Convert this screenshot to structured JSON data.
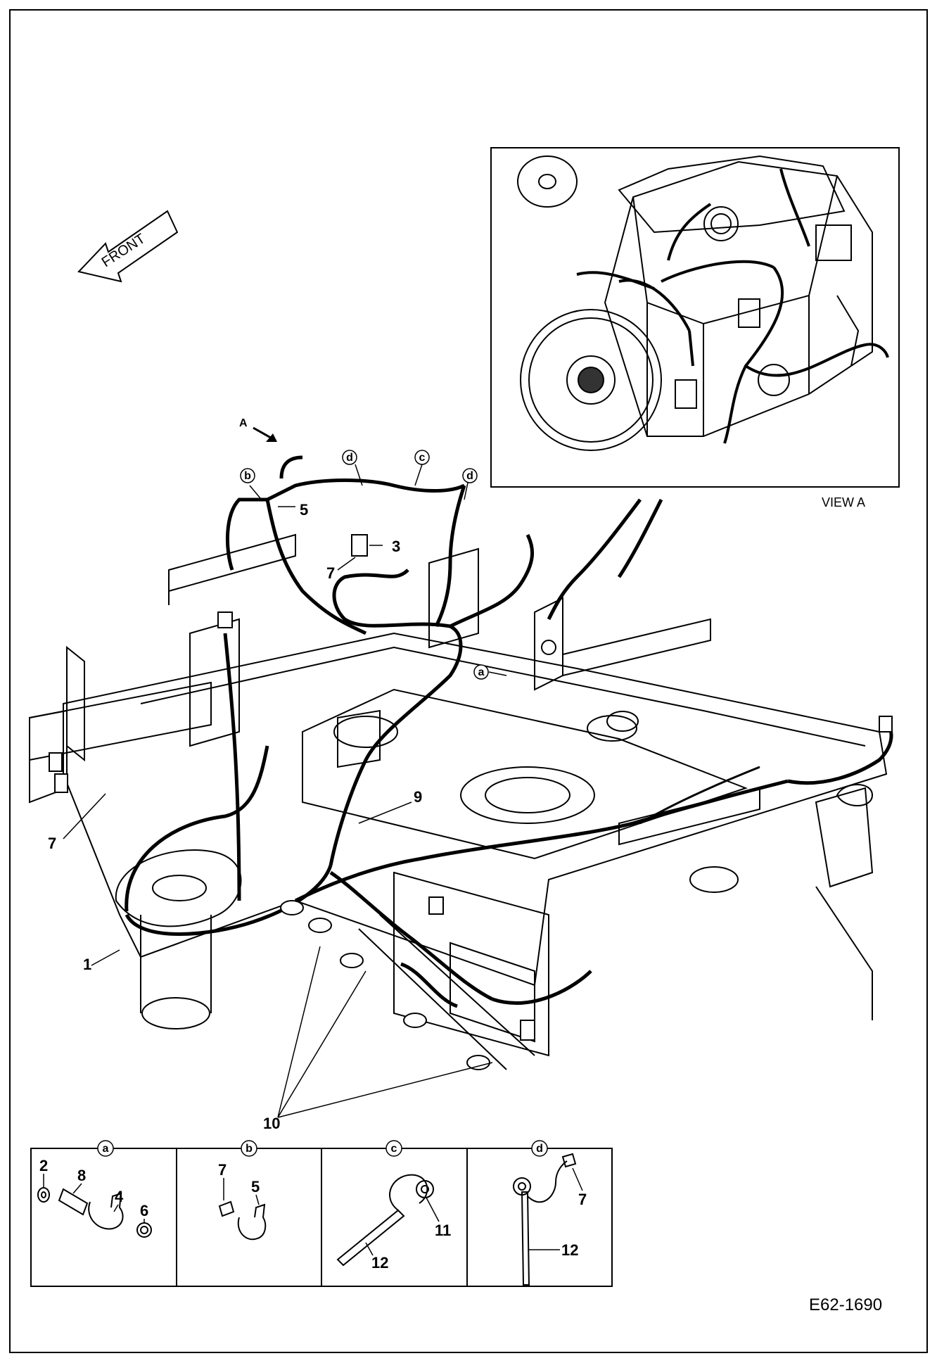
{
  "drawing": {
    "code": "E62-1690",
    "front_label": "FRONT",
    "view_arrow_label": "A",
    "inset_caption": "VIEW A"
  },
  "callouts": {
    "p1": "1",
    "p3": "3",
    "p5": "5",
    "p7a": "7",
    "p7b": "7",
    "p9": "9",
    "p10": "10"
  },
  "detail_markers": {
    "top_b": "b",
    "top_d1": "d",
    "top_c": "c",
    "top_d2": "d",
    "mid_a": "a"
  },
  "details": [
    {
      "id": "a",
      "marker": "a",
      "labels": {
        "n2": "2",
        "n8": "8",
        "n4": "4",
        "n6": "6"
      }
    },
    {
      "id": "b",
      "marker": "b",
      "labels": {
        "n7": "7",
        "n5": "5"
      }
    },
    {
      "id": "c",
      "marker": "c",
      "labels": {
        "n11": "11",
        "n12": "12"
      }
    },
    {
      "id": "d",
      "marker": "d",
      "labels": {
        "n7": "7",
        "n12": "12"
      }
    }
  ]
}
